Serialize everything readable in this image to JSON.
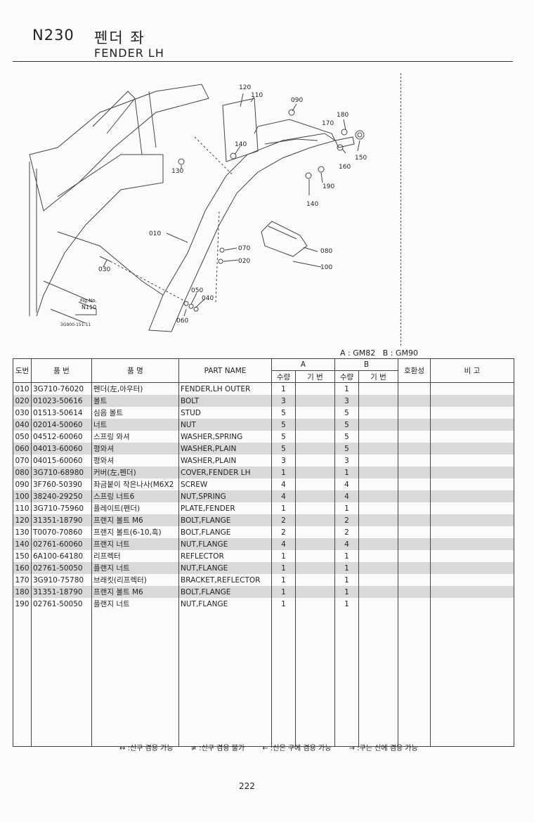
{
  "header": {
    "code": "N230",
    "title_kr": "펜더 좌",
    "title_en": "FENDER LH"
  },
  "diagram": {
    "callouts": [
      "120",
      "110",
      "090",
      "180",
      "170",
      "150",
      "160",
      "190",
      "140",
      "130",
      "140",
      "010",
      "070",
      "020",
      "080",
      "100",
      "030",
      "050",
      "040",
      "060"
    ],
    "fig_ref_line1": "Fig.No.",
    "fig_ref_line2": "N110",
    "drawing_no": "3G900-151-11"
  },
  "legend": "A : GM82   B : GM90",
  "table": {
    "headers": {
      "no": "도번",
      "part_no": "품 번",
      "part_name_kr": "품 명",
      "part_name_en": "PART NAME",
      "group_a": "A",
      "group_b": "B",
      "qty": "수량",
      "model": "기 번",
      "compat": "호환성",
      "remarks": "비 고"
    },
    "rows": [
      {
        "no": "010",
        "part": "3G710-76020",
        "kr": "펜더(左,아우터)",
        "en": "FENDER,LH OUTER",
        "qa": "1",
        "qb": "1",
        "shade": false
      },
      {
        "no": "020",
        "part": "01023-50616",
        "kr": "볼트",
        "en": "BOLT",
        "qa": "3",
        "qb": "3",
        "shade": true
      },
      {
        "no": "030",
        "part": "01513-50614",
        "kr": "심음 볼트",
        "en": "STUD",
        "qa": "5",
        "qb": "5",
        "shade": false
      },
      {
        "no": "040",
        "part": "02014-50060",
        "kr": "너트",
        "en": "NUT",
        "qa": "5",
        "qb": "5",
        "shade": true
      },
      {
        "no": "050",
        "part": "04512-60060",
        "kr": "스프링 와셔",
        "en": "WASHER,SPRING",
        "qa": "5",
        "qb": "5",
        "shade": false
      },
      {
        "no": "060",
        "part": "04013-60060",
        "kr": "평와셔",
        "en": "WASHER,PLAIN",
        "qa": "5",
        "qb": "5",
        "shade": true
      },
      {
        "no": "070",
        "part": "04015-60060",
        "kr": "평와셔",
        "en": "WASHER,PLAIN",
        "qa": "3",
        "qb": "3",
        "shade": false
      },
      {
        "no": "080",
        "part": "3G710-68980",
        "kr": "커버(左,펜더)",
        "en": "COVER,FENDER LH",
        "qa": "1",
        "qb": "1",
        "shade": true
      },
      {
        "no": "090",
        "part": "3F760-50390",
        "kr": "좌금붙이 작은나사(M6X2",
        "en": "SCREW",
        "qa": "4",
        "qb": "4",
        "shade": false
      },
      {
        "no": "100",
        "part": "38240-29250",
        "kr": "스프링 너트6",
        "en": "NUT,SPRING",
        "qa": "4",
        "qb": "4",
        "shade": true
      },
      {
        "no": "110",
        "part": "3G710-75960",
        "kr": "플레이트(펜더)",
        "en": "PLATE,FENDER",
        "qa": "1",
        "qb": "1",
        "shade": false
      },
      {
        "no": "120",
        "part": "31351-18790",
        "kr": "프랜지 볼트 M6",
        "en": "BOLT,FLANGE",
        "qa": "2",
        "qb": "2",
        "shade": true
      },
      {
        "no": "130",
        "part": "T0070-70860",
        "kr": "프랜지 볼트(6-10,흑)",
        "en": "BOLT,FLANGE",
        "qa": "2",
        "qb": "2",
        "shade": false
      },
      {
        "no": "140",
        "part": "02761-60060",
        "kr": "프랜지 너트",
        "en": "NUT,FLANGE",
        "qa": "4",
        "qb": "4",
        "shade": true
      },
      {
        "no": "150",
        "part": "6A100-64180",
        "kr": "리프렉터",
        "en": "REFLECTOR",
        "qa": "1",
        "qb": "1",
        "shade": false
      },
      {
        "no": "160",
        "part": "02761-50050",
        "kr": "플랜지 너트",
        "en": "NUT,FLANGE",
        "qa": "1",
        "qb": "1",
        "shade": true
      },
      {
        "no": "170",
        "part": "3G910-75780",
        "kr": "브래킷(리프렉터)",
        "en": "BRACKET,REFLECTOR",
        "qa": "1",
        "qb": "1",
        "shade": false
      },
      {
        "no": "180",
        "part": "31351-18790",
        "kr": "프랜지 볼트 M6",
        "en": "BOLT,FLANGE",
        "qa": "1",
        "qb": "1",
        "shade": true
      },
      {
        "no": "190",
        "part": "02761-50050",
        "kr": "플랜지 너트",
        "en": "NUT,FLANGE",
        "qa": "1",
        "qb": "1",
        "shade": false
      }
    ]
  },
  "footnote": {
    "n1": "↔ :신구 겸용 가능",
    "n2": "≠ :신구 겸용 불가",
    "n3": "← :신은 구에 겸용 가능",
    "n4": "→ :구는 신에 겸용 가능"
  },
  "page_number": "222"
}
